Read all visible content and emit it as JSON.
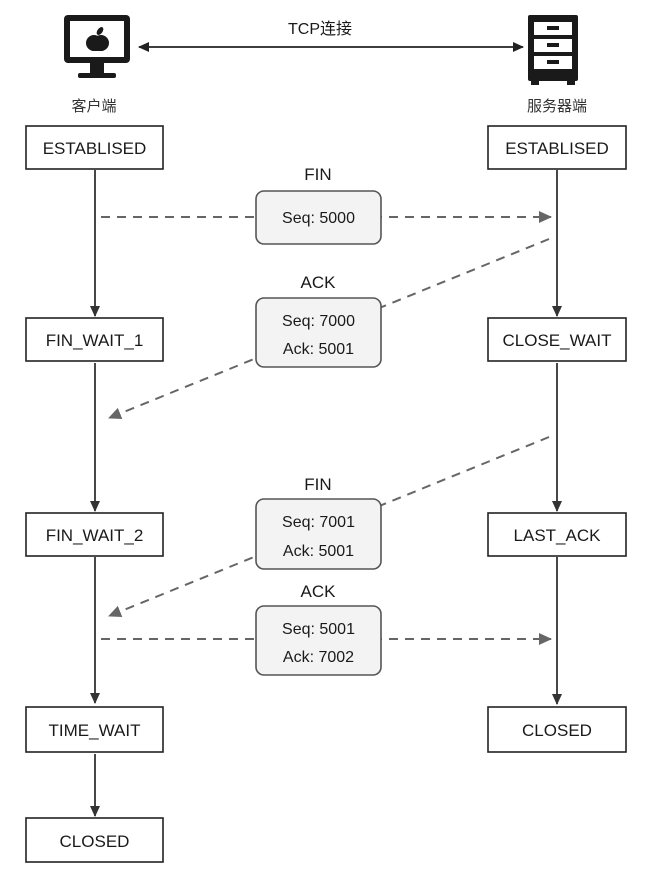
{
  "connection": {
    "label": "TCP连接"
  },
  "client": {
    "label": "客户端",
    "icon": "computer-icon",
    "states": [
      "ESTABLISED",
      "FIN_WAIT_1",
      "FIN_WAIT_2",
      "TIME_WAIT",
      "CLOSED"
    ]
  },
  "server": {
    "label": "服务器端",
    "icon": "server-icon",
    "states": [
      "ESTABLISED",
      "CLOSE_WAIT",
      "LAST_ACK",
      "CLOSED"
    ]
  },
  "messages": [
    {
      "flag": "FIN",
      "lines": [
        "Seq: 5000"
      ],
      "direction": "client-to-server"
    },
    {
      "flag": "ACK",
      "lines": [
        "Seq: 7000",
        "Ack: 5001"
      ],
      "direction": "server-to-client"
    },
    {
      "flag": "FIN",
      "lines": [
        "Seq: 7001",
        "Ack: 5001"
      ],
      "direction": "server-to-client"
    },
    {
      "flag": "ACK",
      "lines": [
        "Seq: 5001",
        "Ack: 7002"
      ],
      "direction": "client-to-server"
    }
  ],
  "colors": {
    "icon": "#1a1a1a",
    "message_fill": "#f3f3f3",
    "dashed_line": "#666666"
  }
}
